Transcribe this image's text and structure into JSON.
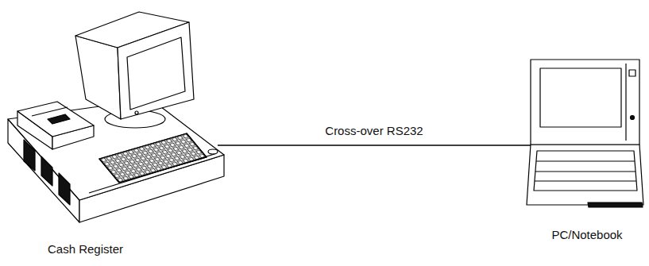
{
  "diagram": {
    "nodes": [
      {
        "text": [
          "Cash Register"
        ]
      },
      {
        "text": [
          "PC/Notebook"
        ]
      }
    ],
    "edges": [
      {
        "from": 0,
        "to": 1,
        "arrow": "none",
        "label": "Cross-over RS232"
      }
    ]
  }
}
